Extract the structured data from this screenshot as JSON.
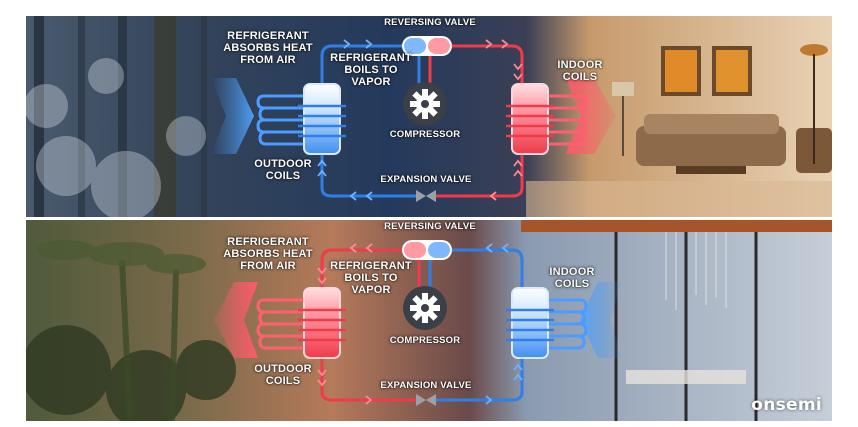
{
  "panels": [
    {
      "id": "heating",
      "labels": {
        "reversing_valve": "REVERSING VALVE",
        "absorbs": "REFRIGERANT\nABSORBS HEAT\nFROM AIR",
        "boils": "REFRIGERANT\nBOILS TO\nVAPOR",
        "compressor": "COMPRESSOR",
        "indoor": "INDOOR\nCOILS",
        "outdoor": "OUTDOOR\nCOILS",
        "expansion": "EXPANSION VALVE"
      }
    },
    {
      "id": "cooling",
      "labels": {
        "reversing_valve": "REVERSING VALVE",
        "absorbs": "REFRIGERANT\nABSORBS HEAT\nFROM AIR",
        "boils": "REFRIGERANT\nBOILS TO\nVAPOR",
        "compressor": "COMPRESSOR",
        "indoor": "INDOOR\nCOILS",
        "outdoor": "OUTDOOR\nCOILS",
        "expansion": "EXPANSION VALVE"
      },
      "brand": "onsemi"
    }
  ],
  "colors": {
    "hot": "#ef3b4a",
    "cold": "#2f7fe6",
    "white": "#ffffff"
  },
  "icons": [
    "gear-icon",
    "reversing-valve-icon",
    "expansion-valve-icon",
    "coil-icon",
    "air-arrow-icon"
  ]
}
